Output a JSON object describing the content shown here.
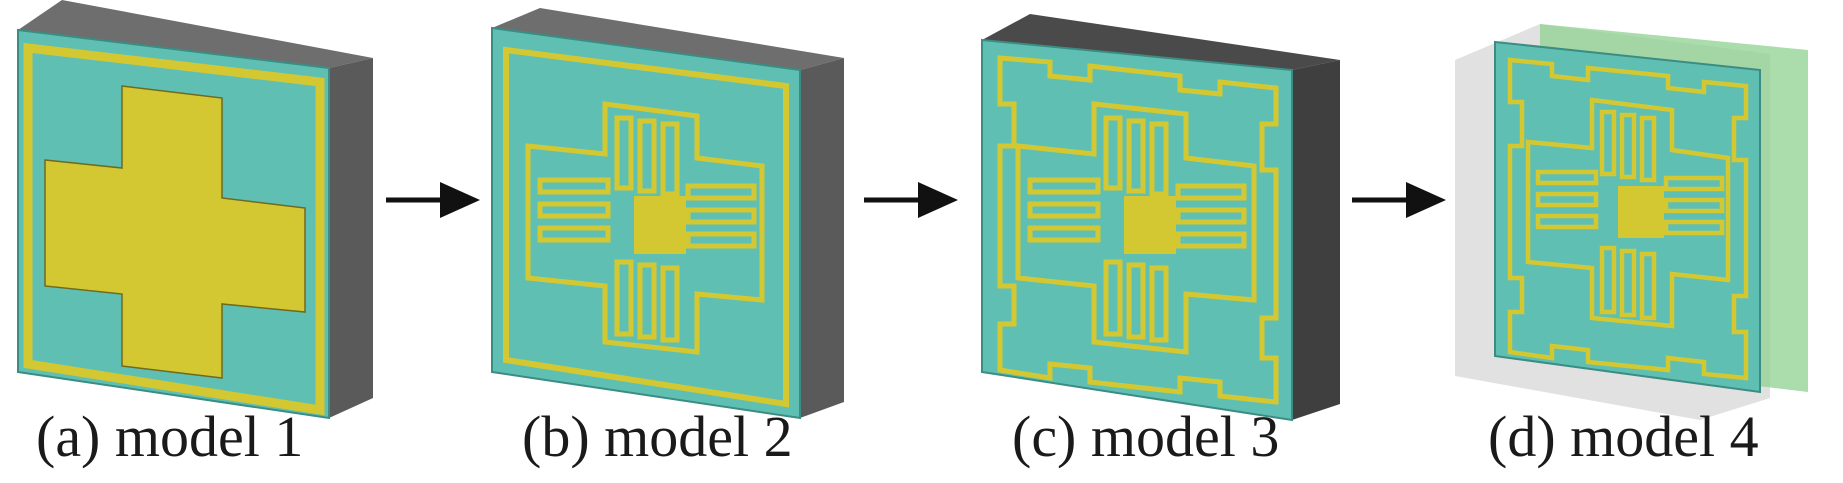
{
  "panels": [
    {
      "caption": "(a) model 1"
    },
    {
      "caption": "(b) model 2"
    },
    {
      "caption": "(c) model 3"
    },
    {
      "caption": "(d) model 4"
    }
  ],
  "colors": {
    "substrate": "#5fbfb3",
    "metal": "#d4c832",
    "metal_edge": "#8a8a2a",
    "side_dark": "#5a5a5a",
    "top_dark": "#6e6e6e",
    "ghost_gray": "#c8c8c8",
    "ghost_green": "#8fd08f",
    "arrow": "#111111"
  },
  "icons": {
    "arrow": "arrow-right-icon"
  }
}
